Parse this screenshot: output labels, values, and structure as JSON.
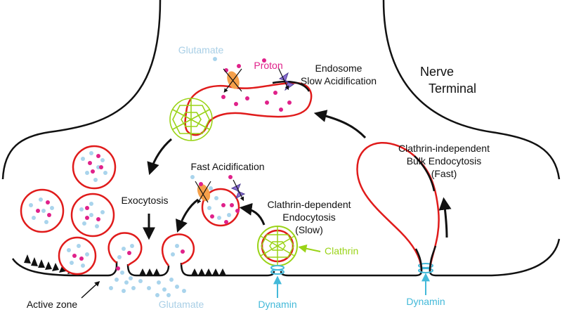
{
  "colors": {
    "membrane": "#111111",
    "vesicle": "#e01b1b",
    "glutamate": "#a9d4ec",
    "proton": "#e0218a",
    "clathrin": "#9ad317",
    "dynamin": "#43b9d9",
    "transporter": "#f5a04a",
    "proton_pump": "#8c6fd6"
  },
  "labels": {
    "nerve_terminal_line1": "Nerve",
    "nerve_terminal_line2": "Terminal",
    "glutamate_top": "Glutamate",
    "proton": "Proton",
    "endosome_line1": "Endosome",
    "endosome_line2": "Slow Acidification",
    "fast_acidification": "Fast Acidification",
    "exocytosis": "Exocytosis",
    "cde_line1": "Clathrin-dependent",
    "cde_line2": "Endocytosis",
    "cde_line3": "(Slow)",
    "clathrin": "Clathrin",
    "dynamin_left": "Dynamin",
    "dynamin_right": "Dynamin",
    "cie_line1": "Clathrin-independent",
    "cie_line2": "Bulk Endocytosis",
    "cie_line3": "(Fast)",
    "active_zone": "Active zone",
    "glutamate_bottom": "Glutamate"
  },
  "icons": {
    "transporter": "vesicular-glutamate-transporter",
    "proton_pump": "v-atpase-proton-pump",
    "clathrin_coat": "clathrin-cage"
  }
}
